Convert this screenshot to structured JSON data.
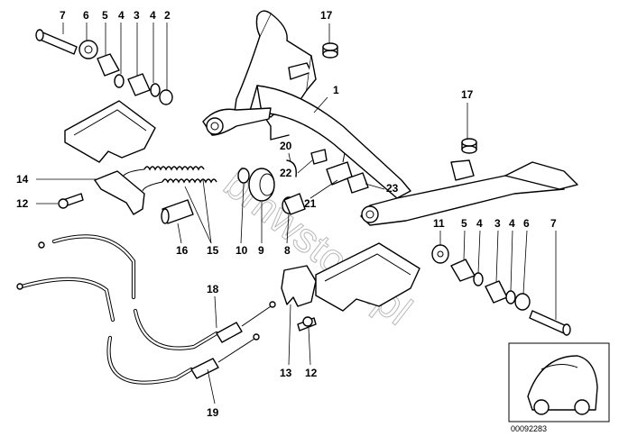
{
  "callouts": [
    {
      "id": "c7a",
      "text": "7"
    },
    {
      "id": "c6a",
      "text": "6"
    },
    {
      "id": "c5a",
      "text": "5"
    },
    {
      "id": "c4a",
      "text": "4"
    },
    {
      "id": "c3a",
      "text": "3"
    },
    {
      "id": "c4b",
      "text": "4"
    },
    {
      "id": "c2",
      "text": "2"
    },
    {
      "id": "c17a",
      "text": "17"
    },
    {
      "id": "c1",
      "text": "1"
    },
    {
      "id": "c17b",
      "text": "17"
    },
    {
      "id": "c20",
      "text": "20"
    },
    {
      "id": "c22",
      "text": "22"
    },
    {
      "id": "c23",
      "text": "23"
    },
    {
      "id": "c21",
      "text": "21"
    },
    {
      "id": "c14",
      "text": "14"
    },
    {
      "id": "c12a",
      "text": "12"
    },
    {
      "id": "c16",
      "text": "16"
    },
    {
      "id": "c15",
      "text": "15"
    },
    {
      "id": "c10",
      "text": "10"
    },
    {
      "id": "c9",
      "text": "9"
    },
    {
      "id": "c8",
      "text": "8"
    },
    {
      "id": "c11",
      "text": "11"
    },
    {
      "id": "c5b",
      "text": "5"
    },
    {
      "id": "c4c",
      "text": "4"
    },
    {
      "id": "c3b",
      "text": "3"
    },
    {
      "id": "c4d",
      "text": "4"
    },
    {
      "id": "c6b",
      "text": "6"
    },
    {
      "id": "c7b",
      "text": "7"
    },
    {
      "id": "c18",
      "text": "18"
    },
    {
      "id": "c13",
      "text": "13"
    },
    {
      "id": "c12b",
      "text": "12"
    },
    {
      "id": "c19",
      "text": "19"
    }
  ],
  "watermark": "bmwstore.pl",
  "diagram_code": "00092283",
  "colors": {
    "line": "#000000",
    "background": "#ffffff",
    "watermark": "#b8b8b8"
  }
}
